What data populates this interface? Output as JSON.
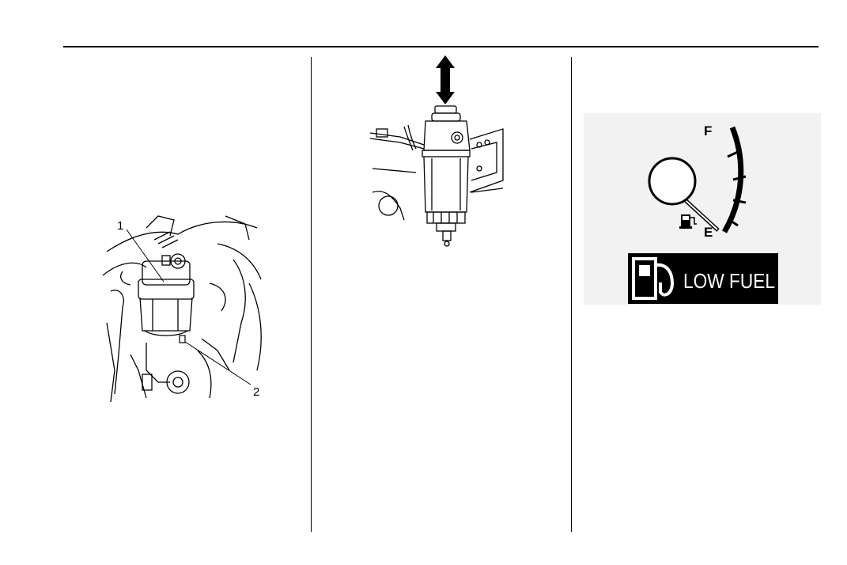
{
  "figure1": {
    "callout_1": "1",
    "callout_2": "2"
  },
  "figure3": {
    "gauge_full_label": "F",
    "gauge_empty_label": "E",
    "warning_text": "LOW FUEL",
    "fuel_level": 0.0
  },
  "colors": {
    "ink": "#000000",
    "panel_bg": "#f2f2f2",
    "warning_bg": "#000000",
    "warning_fg": "#ffffff"
  }
}
